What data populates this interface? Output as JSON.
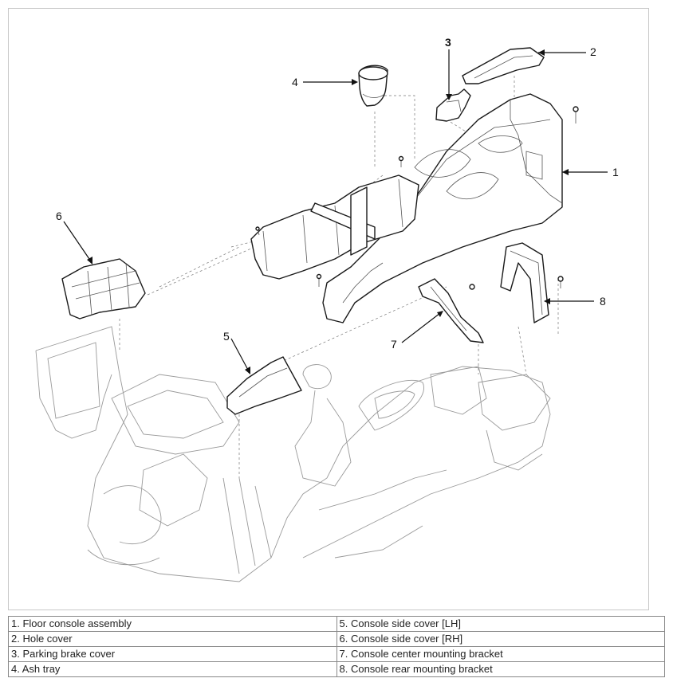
{
  "callouts": {
    "c1": "1",
    "c2": "2",
    "c3": "3",
    "c4": "4",
    "c5": "5",
    "c6": "6",
    "c7": "7",
    "c8": "8"
  },
  "legend": {
    "left": [
      "1. Floor console assembly",
      "2. Hole cover",
      "3. Parking brake cover",
      "4. Ash tray"
    ],
    "right": [
      "5. Console side cover [LH]",
      "6. Console side cover [RH]",
      "7. Console center mounting bracket",
      "8. Console rear mounting bracket"
    ]
  }
}
